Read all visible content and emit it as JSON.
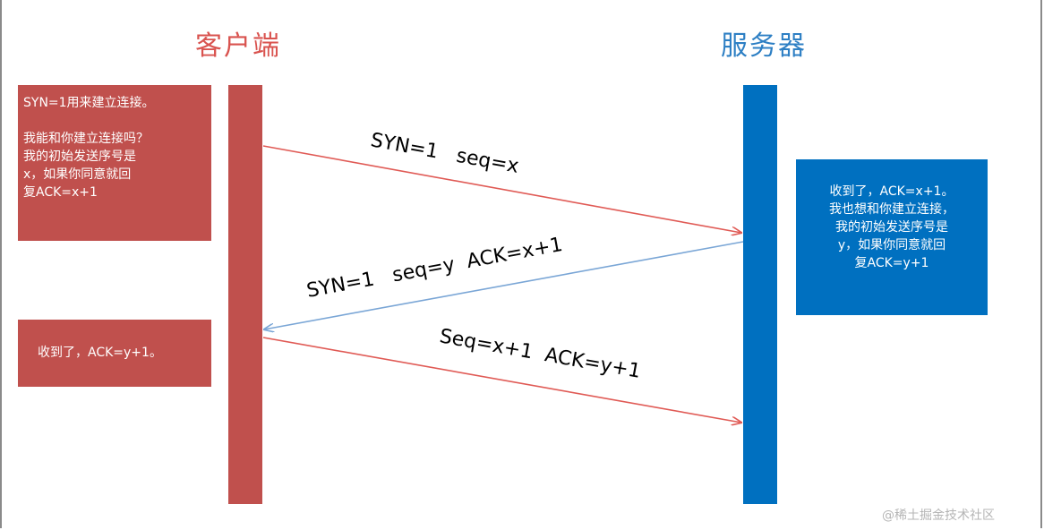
{
  "titles": {
    "client": "客户端",
    "server": "服务器"
  },
  "notes": {
    "client_syn": "SYN=1用来建立连接。\n\n我能和你建立连接吗？\n我的初始发送序号是\n  x，如果你同意就回\n      复ACK=x+1",
    "server_synack": "收到了，ACK=x+1。\n我也想和你建立连接，\n我的初始发送序号是\ny，如果你同意就回\n复ACK=y+1",
    "client_ack": "收到了，ACK=y+1。"
  },
  "messages": [
    {
      "label": "SYN=1   seq=x"
    },
    {
      "label": "SYN=1   seq=y  ACK=x+1"
    },
    {
      "label": "Seq=x+1  ACK=y+1"
    }
  ],
  "colors": {
    "client": "#c0504d",
    "server": "#0070c0",
    "client_title": "#d9534f",
    "server_title": "#2d7fc4",
    "arrow_red": "#e05a55",
    "arrow_blue": "#7aa6d6"
  },
  "watermark": "@稀土掘金技术社区"
}
